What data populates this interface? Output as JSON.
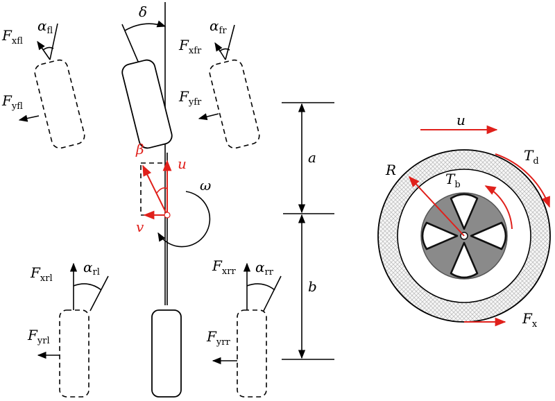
{
  "colors": {
    "ink": "#000000",
    "accent_red": "#e0201b",
    "tire_fill": "#f4f4f4",
    "hub_grey": "#8a8a8a",
    "hub_dark": "#555555"
  },
  "labels": {
    "delta": "δ",
    "alpha": "α",
    "alpha_fl_sub": "fl",
    "alpha_fr_sub": "fr",
    "alpha_rl_sub": "rl",
    "alpha_rr_sub": "rr",
    "F": "F",
    "x": "x",
    "y": "y",
    "fl": "fl",
    "fr": "fr",
    "rl": "rl",
    "rr": "rr",
    "beta": "β",
    "u": "u",
    "v": "v",
    "omega": "ω",
    "a": "a",
    "b": "b",
    "R": "R",
    "T": "T",
    "b_sub": "b",
    "d_sub": "d",
    "u_wheel": "u"
  },
  "icons": {
    "wheel": "wheel-diagram-icon",
    "rotation": "curved-arrow-icon"
  }
}
